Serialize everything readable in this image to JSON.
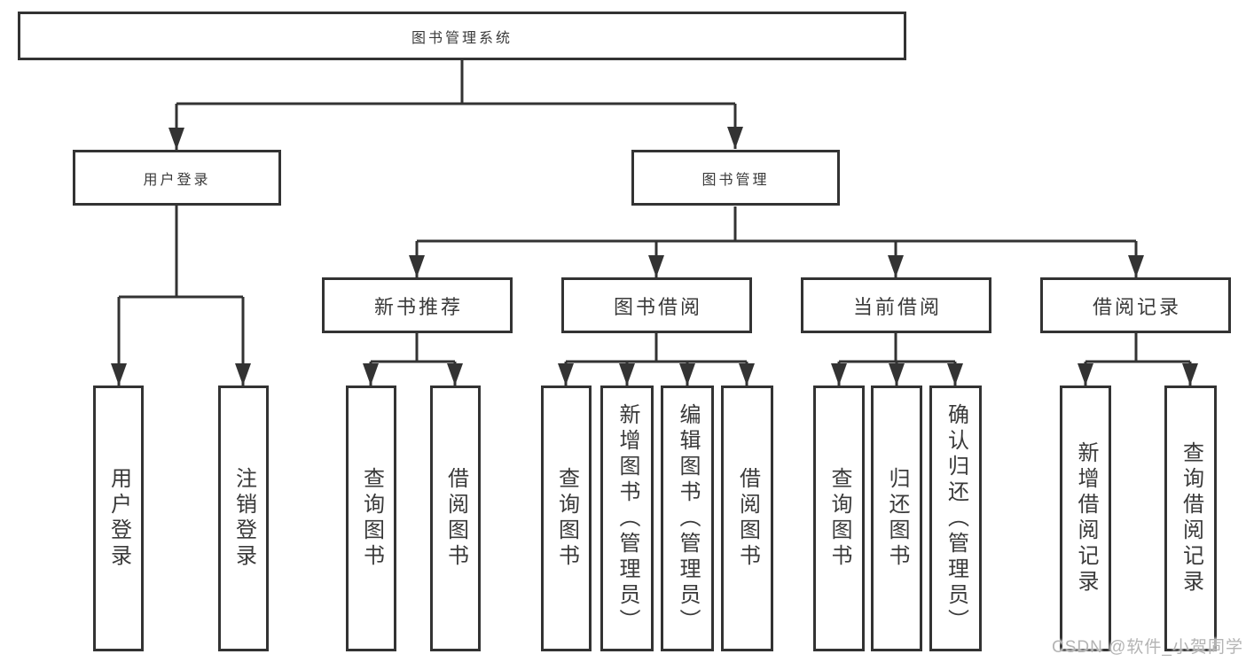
{
  "tree": {
    "root": {
      "label": "图书管理系统",
      "children": [
        {
          "label": "用户登录",
          "children": [
            {
              "label": "用户登录"
            },
            {
              "label": "注销登录"
            }
          ]
        },
        {
          "label": "图书管理",
          "children": [
            {
              "label": "新书推荐",
              "children": [
                {
                  "label": "查询图书"
                },
                {
                  "label": "借阅图书"
                }
              ]
            },
            {
              "label": "图书借阅",
              "children": [
                {
                  "label": "查询图书"
                },
                {
                  "label": "新增图书（管理员）"
                },
                {
                  "label": "编辑图书（管理员）"
                },
                {
                  "label": "借阅图书"
                }
              ]
            },
            {
              "label": "当前借阅",
              "children": [
                {
                  "label": "查询图书"
                },
                {
                  "label": "归还图书"
                },
                {
                  "label": "确认归还（管理员）"
                }
              ]
            },
            {
              "label": "借阅记录",
              "children": [
                {
                  "label": "新增借阅记录"
                },
                {
                  "label": "查询借阅记录"
                }
              ]
            }
          ]
        }
      ]
    }
  },
  "watermark": {
    "text": "CSDN @软件_小贺同学"
  },
  "colors": {
    "line": "#333333",
    "text": "#3a3a3a",
    "box_fill": "#ffffff",
    "background": "#ffffff",
    "watermark": "#b4b4b4"
  }
}
